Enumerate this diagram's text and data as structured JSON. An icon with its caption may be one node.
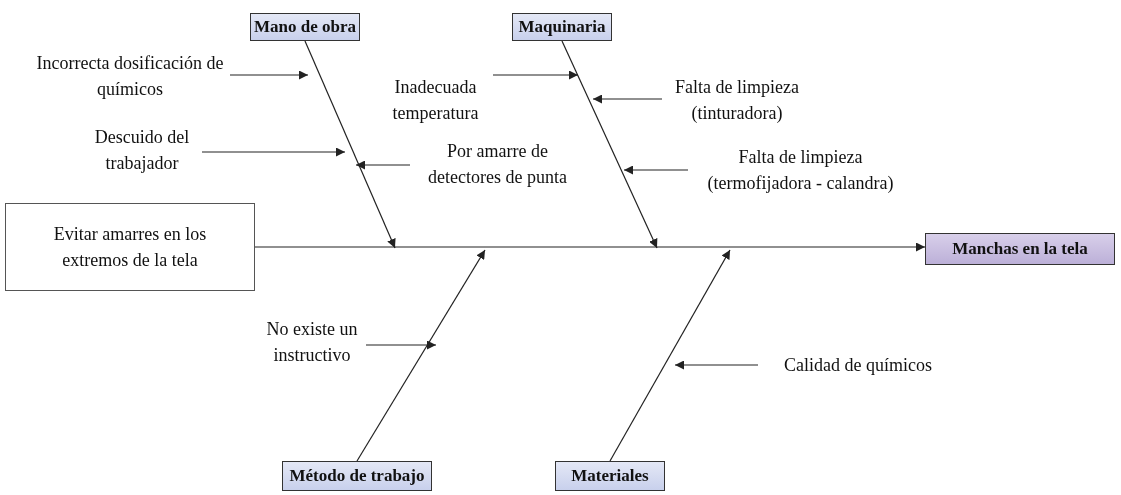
{
  "diagram": {
    "nodes": [
      {
        "text": [
          "Mano de obra"
        ]
      },
      {
        "text": [
          "Maquinaria"
        ]
      },
      {
        "text": [
          "Evitar amarres en los extremos de la tela"
        ]
      },
      {
        "text": [
          "Manchas en la tela"
        ]
      },
      {
        "text": [
          "Método de trabajo"
        ]
      },
      {
        "text": [
          "Materiales"
        ]
      },
      {
        "text": [
          "Incorrecta dosificación de químicos"
        ]
      },
      {
        "text": [
          "Descuido del trabajador"
        ]
      },
      {
        "text": [
          "Por amarre de detectores de punta"
        ]
      },
      {
        "text": [
          "Inadecuada temperatura"
        ]
      },
      {
        "text": [
          "Falta de limpieza (tinturadora)"
        ]
      },
      {
        "text": [
          "Falta de limpieza (termofijadora - calandra)"
        ]
      },
      {
        "text": [
          "No existe un instructivo"
        ]
      },
      {
        "text": [
          "Calidad de químicos"
        ]
      }
    ],
    "edges": [
      {
        "from": 2,
        "to": 3,
        "arrow": "to"
      },
      {
        "from": 0,
        "to": null,
        "arrow": "to"
      },
      {
        "from": 1,
        "to": null,
        "arrow": "to"
      },
      {
        "from": 4,
        "to": null,
        "arrow": "to"
      },
      {
        "from": 5,
        "to": null,
        "arrow": "to"
      },
      {
        "from": 6,
        "to": null,
        "arrow": "to"
      },
      {
        "from": 7,
        "to": null,
        "arrow": "to"
      },
      {
        "from": 8,
        "to": null,
        "arrow": "to"
      },
      {
        "from": 9,
        "to": null,
        "arrow": "to"
      },
      {
        "from": 10,
        "to": null,
        "arrow": "to"
      },
      {
        "from": 11,
        "to": null,
        "arrow": "to"
      },
      {
        "from": 12,
        "to": null,
        "arrow": "to"
      },
      {
        "from": 13,
        "to": null,
        "arrow": "to"
      }
    ]
  }
}
